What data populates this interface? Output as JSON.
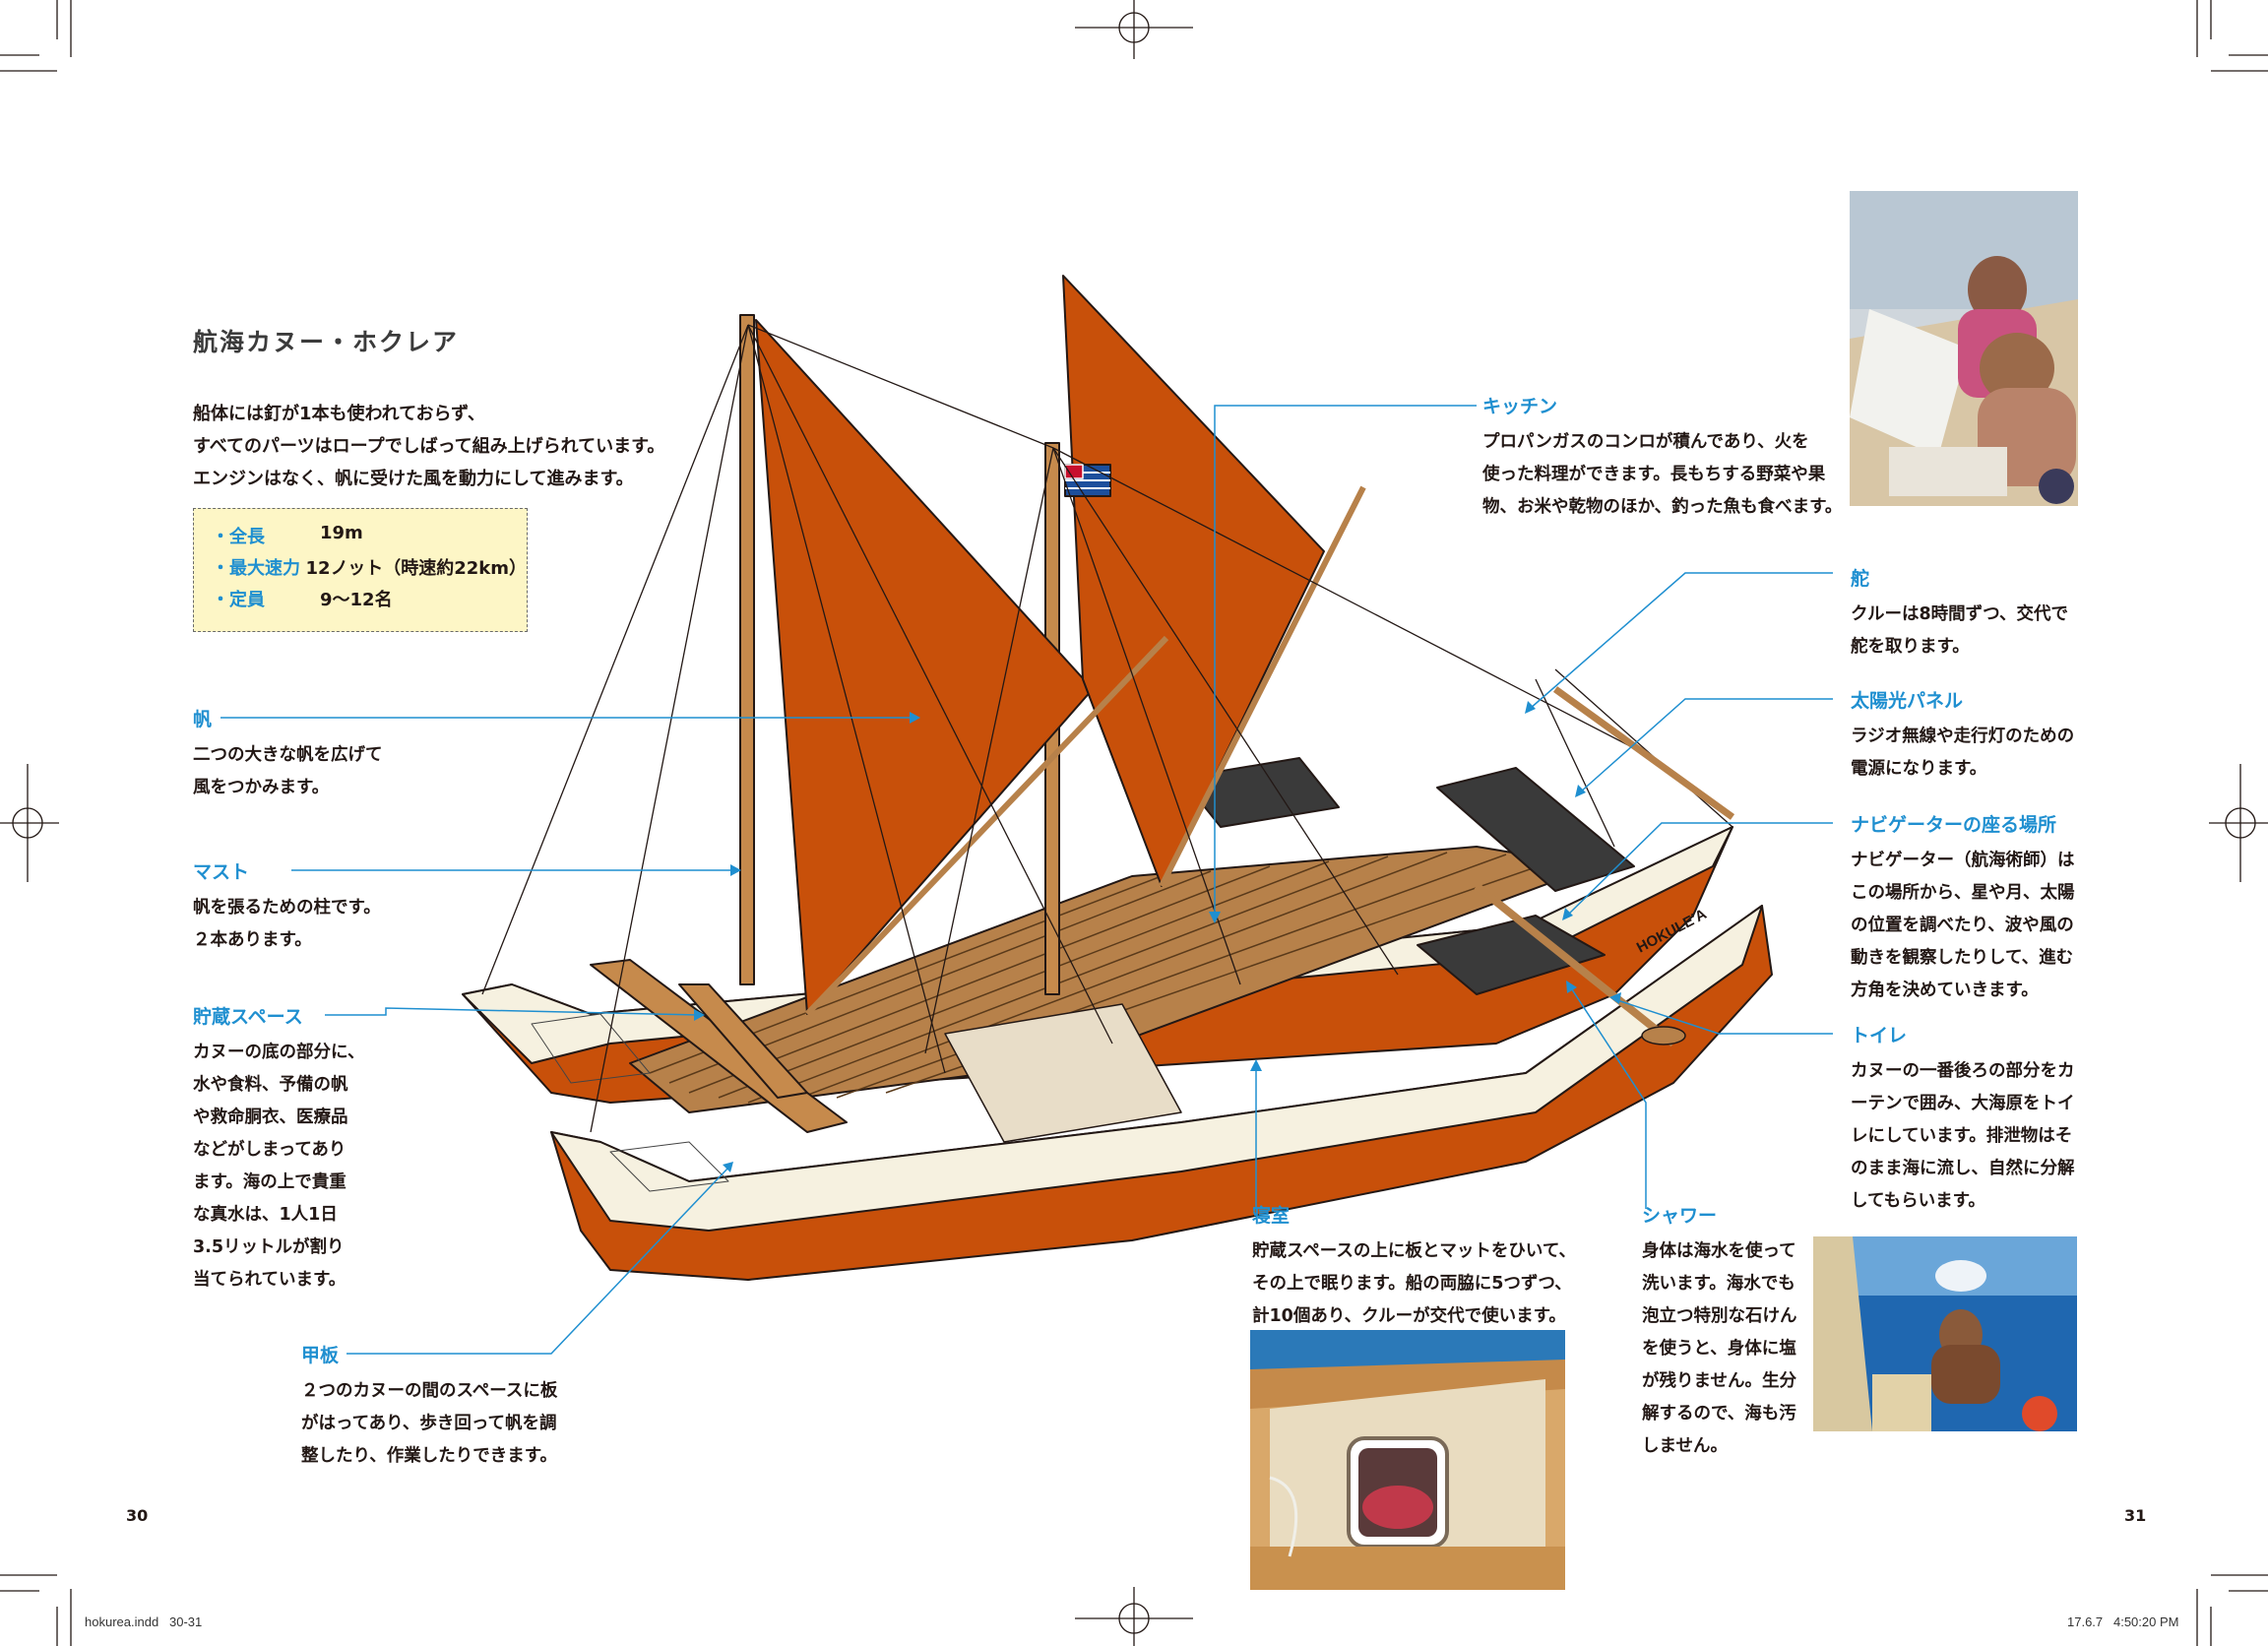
{
  "page": {
    "title": "航海カヌー・ホクレア",
    "intro": [
      "船体には釘が1本も使われておらず、",
      "すべてのパーツはロープでしばって組み上げられています。",
      "エンジンはなく、帆に受けた風を動力にして進みます。"
    ],
    "specs": [
      {
        "label": "・全長",
        "value": "19m"
      },
      {
        "label": "・最大速力",
        "value": "12ノット（時速約22km）"
      },
      {
        "label": "・定員",
        "value": "9〜12名"
      }
    ]
  },
  "callouts": {
    "sail": {
      "label": "帆",
      "lines": [
        "二つの大きな帆を広げて",
        "風をつかみます。"
      ]
    },
    "mast": {
      "label": "マスト",
      "lines": [
        "帆を張るための柱です。",
        "２本あります。"
      ]
    },
    "storage": {
      "label": "貯蔵スペース",
      "lines": [
        "カヌーの底の部分に、",
        "水や食料、予備の帆",
        "や救命胴衣、医療品",
        "などがしまってあり",
        "ます。海の上で貴重",
        "な真水は、1人1日",
        "3.5リットルが割り",
        "当てられています。"
      ]
    },
    "deck": {
      "label": "甲板",
      "lines": [
        "２つのカヌーの間のスペースに板",
        "がはってあり、歩き回って帆を調",
        "整したり、作業したりできます。"
      ]
    },
    "kitchen": {
      "label": "キッチン",
      "lines": [
        "プロパンガスのコンロが積んであり、火を",
        "使った料理ができます。長もちする野菜や果",
        "物、お米や乾物のほか、釣った魚も食べます。"
      ]
    },
    "rudder": {
      "label": "舵",
      "lines": [
        "クルーは8時間ずつ、交代で",
        "舵を取ります。"
      ]
    },
    "solar": {
      "label": "太陽光パネル",
      "lines": [
        "ラジオ無線や走行灯のための",
        "電源になります。"
      ]
    },
    "navigator": {
      "label": "ナビゲーターの座る場所",
      "lines": [
        "ナビゲーター（航海術師）は",
        "この場所から、星や月、太陽",
        "の位置を調べたり、波や風の",
        "動きを観察したりして、進む",
        "方角を決めていきます。"
      ]
    },
    "toilet": {
      "label": "トイレ",
      "lines": [
        "カヌーの一番後ろの部分をカ",
        "ーテンで囲み、大海原をトイ",
        "レにしています。排泄物はそ",
        "のまま海に流し、自然に分解",
        "してもらいます。"
      ]
    },
    "bedroom": {
      "label": "寝室",
      "lines": [
        "貯蔵スペースの上に板とマットをひいて、",
        "その上で眠ります。船の両脇に5つずつ、",
        "計10個あり、クルーが交代で使います。"
      ]
    },
    "shower": {
      "label": "シャワー",
      "lines": [
        "身体は海水を使って",
        "洗います。海水でも",
        "泡立つ特別な石けん",
        "を使うと、身体に塩",
        "が残りません。生分",
        "解するので、海も汚",
        "しません。"
      ]
    }
  },
  "hull_name": "HOKULE'A",
  "page_numbers": {
    "left": "30",
    "right": "31"
  },
  "slug": {
    "file": "hokurea.indd   30-31",
    "stamp": "17.6.7   4:50:20 PM"
  },
  "colors": {
    "accent": "#1f8fd0",
    "sail": "#c8500a",
    "hull": "#c8500a",
    "hull_top": "#f6f1e0",
    "spec_bg": "#fdf6c6"
  }
}
